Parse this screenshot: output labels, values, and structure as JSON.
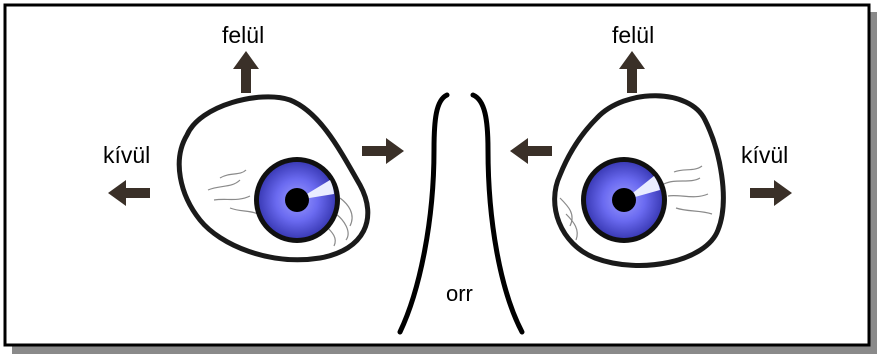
{
  "labels": {
    "up_left": "felül",
    "up_right": "felül",
    "outward_left": "kívül",
    "outward_right": "kívül",
    "nose": "orr"
  },
  "colors": {
    "frame_border": "#000000",
    "frame_shadow": "#8a8a8a",
    "arrow": "#3a3028",
    "eye_outline": "#1a1a1a",
    "iris_outer": "#4a4ac8",
    "iris_inner": "#7a7aff",
    "pupil": "#000000",
    "vein": "#888888"
  },
  "icons": {
    "arrow": "arrow-icon",
    "eye": "eye-icon",
    "nose": "nose-outline"
  }
}
